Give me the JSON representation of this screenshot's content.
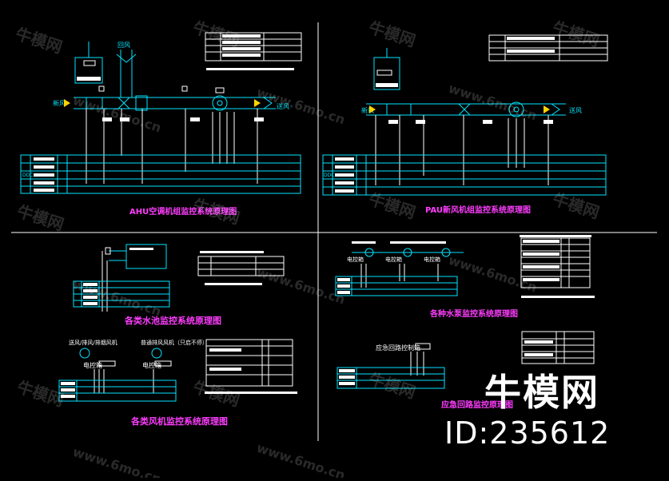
{
  "panels": {
    "ahu_title": "AHU空调机组监控系统原理图",
    "pau_title": "PAU新风机组监控系统原理图",
    "pool_title": "各类水池监控系统原理图",
    "pump_title": "各种水泵监控系统原理图",
    "fan_title": "各类风机监控系统原理图",
    "emergency_title": "应急回路监控原理图"
  },
  "labels": {
    "return_air": "回风",
    "fresh_air_ahu": "新风",
    "supply_air_ahu": "送风",
    "fresh_air_pau": "新风",
    "supply_air_pau": "送风",
    "pump_1": "电控箱",
    "pump_2": "电控箱",
    "pump_3": "电控箱",
    "fan_1": "电控箱",
    "fan_2": "电控箱",
    "emergency": "应急回路控制箱",
    "ddc_1": "DDC",
    "ddc_2": "DDC",
    "fan_type_1": "送风/排风/排烟风机",
    "fan_type_2": "普通排风风机（只启不停）"
  },
  "watermark": {
    "text": "牛模网",
    "domain": "www.6mo.cn"
  },
  "brand": {
    "name": "牛模网",
    "id": "ID:235612"
  },
  "colors": {
    "line": "#00e5ff",
    "title": "#ff3cff",
    "accent": "#ffffff"
  }
}
